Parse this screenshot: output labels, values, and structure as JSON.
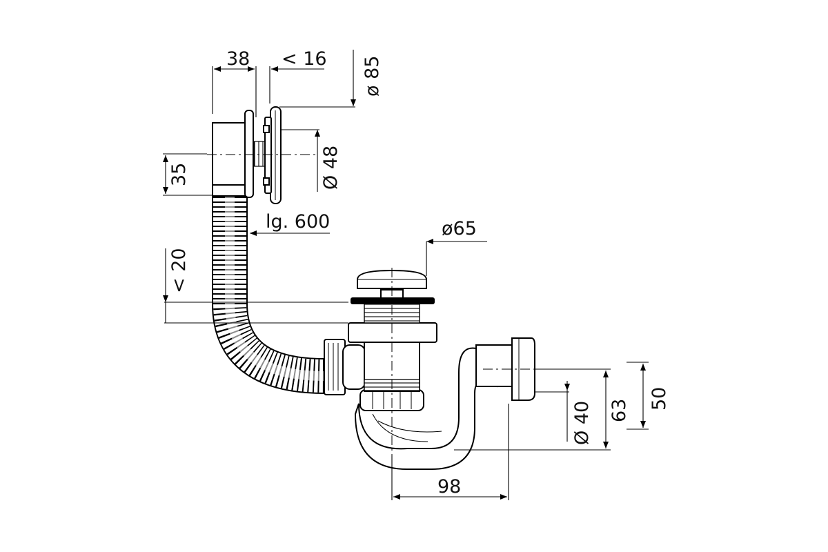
{
  "diagram": {
    "labels": {
      "overflow_width": "38",
      "plate_thickness": "< 16",
      "overflow_plate_diameter": "ø 85",
      "overflow_inner_diameter": "Ø 48",
      "overflow_height": "35",
      "hose_length": "lg. 600",
      "drain_cap_diameter": "ø65",
      "tub_thickness": "< 20",
      "outlet_diameter": "Ø 40",
      "outlet_height_63": "63",
      "outlet_height_50": "50",
      "horizontal_offset": "98"
    }
  }
}
